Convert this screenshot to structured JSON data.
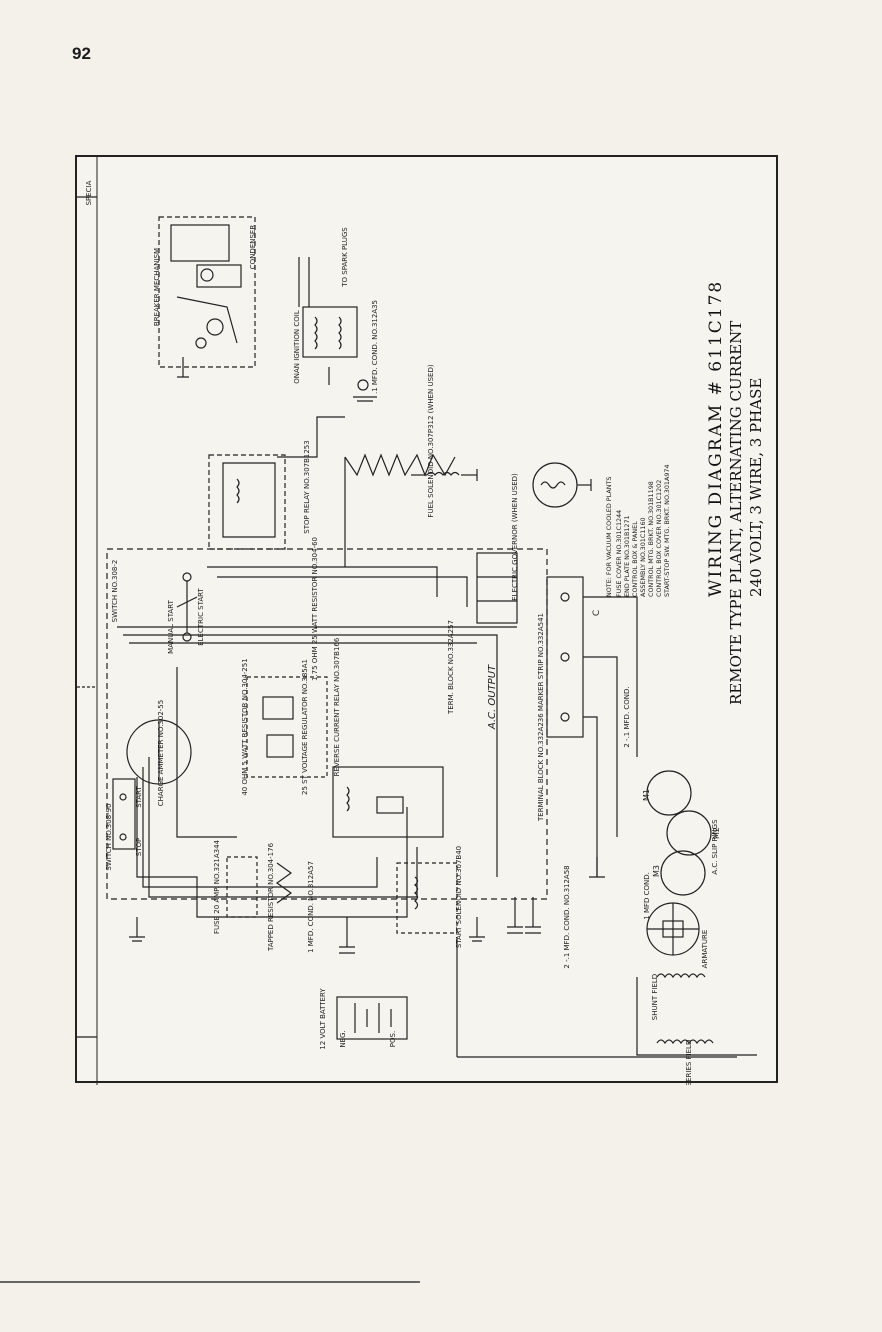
{
  "page_number": "92",
  "title": {
    "line1": "WIRING DIAGRAM # 611C178",
    "line2": "REMOTE TYPE PLANT, ALTERNATING CURRENT",
    "line3": "240 VOLT, 3 WIRE, 3 PHASE"
  },
  "corner_tag": "SPECIA",
  "note": {
    "heading": "NOTE: FOR VACUUM COOLED PLANTS",
    "lines": [
      "FUSE COVER NO.301C1244",
      "END PLATE NO.301B1271",
      "CONTROL BOX & PANEL",
      "ASSEMBLY NO.301C1160",
      "CONTROL MTG. BRKT. NO.301B1198",
      "CONTROL BOX COVER NO.301C1202",
      "START-STOP SW. MTG. BRKT. NO.301A974"
    ]
  },
  "labels": {
    "breaker": "BREAKER MECHANISM",
    "condenser": "CONDENSER",
    "ignition_coil": "ONAN IGNITION COIL",
    "spark_plugs": "TO SPARK PLUGS",
    "ignition_cond": ".1 MFD. COND. NO.312A35",
    "fuel_solenoid": "FUEL SOLENOID NO.307P312 (WHEN USED)",
    "electric_governor": "ELECTRIC GOVERNOR (WHEN USED)",
    "stop_relay": "STOP RELAY NO.307B1253",
    "switch_308": "SWITCH NO.308-2",
    "manual_start": "MANUAL START",
    "electric_start": "ELECTRIC START",
    "charge_ammeter": "CHARGE AMMETER NO.302-55",
    "resistor_wire": "1.75 OHM 25 WATT RESISTOR NO.304-60",
    "ohm_resistor": "40 OHM 5 WATT RESISTOR NO.304-251",
    "voltage_regulator": "25 ST VOLTAGE REGULATOR NO.385A1",
    "reverse_current_relay": "REVERSE CURRENT RELAY NO.307B166",
    "term_block": "TERM. BLOCK NO.332A257",
    "ac_output": "A.C. OUTPUT",
    "terminal_block": "TERMINAL BLOCK NO.332A236 MARKER STRIP NO.332A541",
    "cond_2mfd": "2 -.1 MFD. COND.",
    "slip_rings": "A.C. SLIP RINGS",
    "m1": "M1",
    "m2": "M2",
    "m3": "M3",
    "switch_308_90": "SWITCH NO.308-90",
    "stop": "STOP",
    "start": "START",
    "fuse": "FUSE 20 AMP. NO.321A344",
    "tapped_resistor": "TAPPED RESISTOR NO.304-176",
    "cond_1mfd": "1 MFD. COND. NO.312A57",
    "start_solenoid": "START SOLENOID NO.307B40",
    "cond_2mfd_2": "2 -.1 MFD. COND. NO.312A58",
    "cond_1mfd_2": ".1 MFD COND.",
    "armature": "ARMATURE",
    "shunt_field": "SHUNT FIELD",
    "series_field": "SERIES FIELD",
    "battery": "12 VOLT BATTERY",
    "neg": "NEG.",
    "pos": "POS.",
    "c_mark": "C"
  }
}
